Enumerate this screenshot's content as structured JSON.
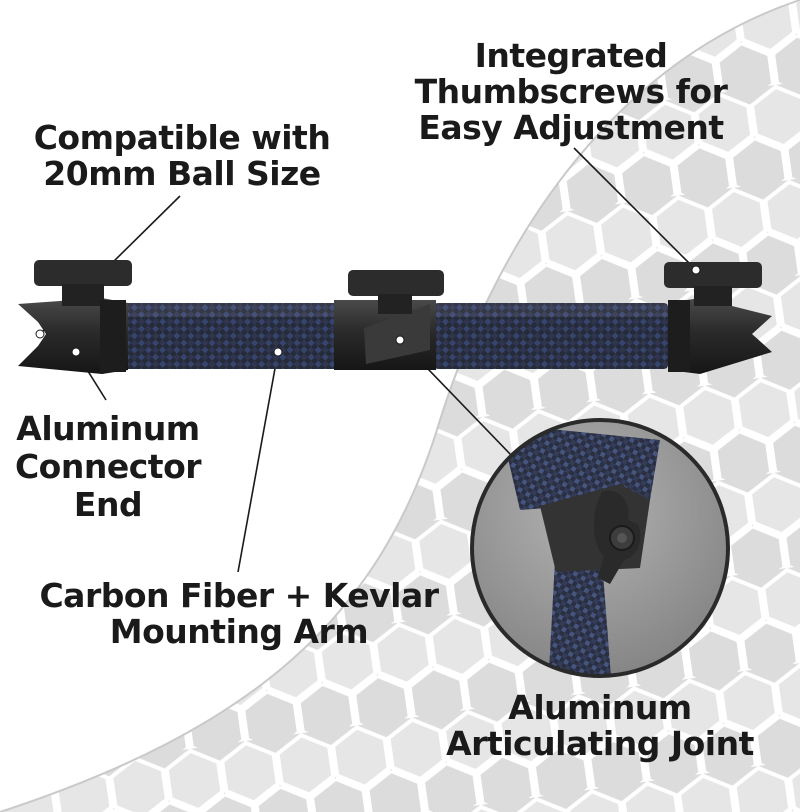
{
  "callouts": {
    "thumbscrews": [
      "Integrated",
      "Thumbscrews for",
      "Easy Adjustment"
    ],
    "ball_size": [
      "Compatible with",
      "20mm Ball Size"
    ],
    "connector": [
      "Aluminum",
      "Connector",
      "End"
    ],
    "arm": [
      "Carbon Fiber + Kevlar",
      "Mounting Arm"
    ],
    "joint": [
      "Aluminum",
      "Articulating Joint"
    ]
  },
  "colors": {
    "label_text": "#1a1a1a",
    "aluminum_black": "#2b2b2b",
    "carbon_fiber": "#2f3547",
    "kevlar_blue": "#3a4a78",
    "hex_background": "#d9d9d9",
    "inset_background": "#9a9a9a"
  },
  "icons": [
    "hex-carbon-pattern",
    "thumbscrew-knob",
    "ball-socket",
    "articulating-joint"
  ]
}
